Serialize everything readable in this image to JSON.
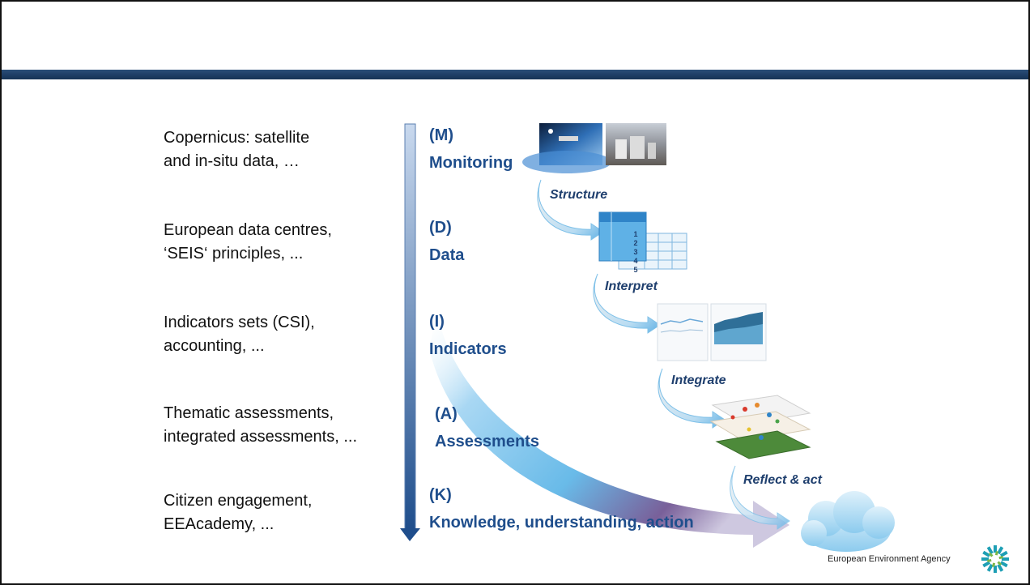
{
  "descriptions": [
    {
      "line1": "Copernicus: satellite",
      "line2": "and in-situ data, …"
    },
    {
      "line1": "European data centres,",
      "line2": "‘SEIS‘ principles, ..."
    },
    {
      "line1": "Indicators sets (CSI),",
      "line2": "accounting, ..."
    },
    {
      "line1": "Thematic assessments,",
      "line2": "integrated assessments, ..."
    },
    {
      "line1": "Citizen engagement,",
      "line2": "EEAcademy, ..."
    }
  ],
  "stages": [
    {
      "code": "(M)",
      "label": "Monitoring"
    },
    {
      "code": "(D)",
      "label": "Data"
    },
    {
      "code": "(I)",
      "label": "Indicators"
    },
    {
      "code": "(A)",
      "label": "Assessments"
    },
    {
      "code": "(K)",
      "label": "Knowledge, understanding, action"
    }
  ],
  "steps": [
    "Structure",
    "Interpret",
    "Integrate",
    "Reflect & act"
  ],
  "table_numbers": [
    "1",
    "2",
    "3",
    "4",
    "5"
  ],
  "logo": {
    "text": "European Environment Agency"
  },
  "colors": {
    "top_bar": "#1f3f66",
    "stage_text": "#1f4e8c",
    "arrow": "#2f5e9e"
  },
  "icons": [
    "satellite-photo",
    "station-photo",
    "table-icon",
    "charts-icon",
    "map-layers-icon",
    "cloud-icon",
    "eea-logo-icon"
  ]
}
